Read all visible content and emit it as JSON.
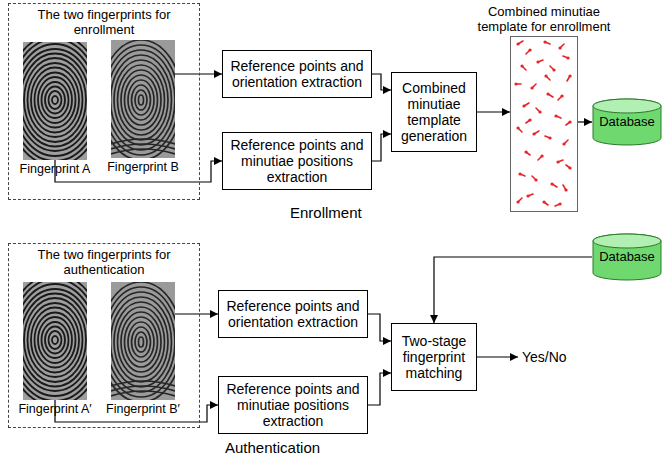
{
  "diagram": {
    "nodes": [
      {
        "text": [
          "The two fingerprints for enrollment"
        ]
      },
      {
        "text": [
          "Fingerprint A"
        ],
        "in": 0
      },
      {
        "text": [
          "Fingerprint B"
        ],
        "in": 0
      },
      {
        "text": [
          "Reference points and orientation extraction"
        ]
      },
      {
        "text": [
          "Reference points and minutiae positions extraction"
        ]
      },
      {
        "text": [
          "Combined minutiae template generation"
        ]
      },
      {
        "text": [
          "Combined minutiae template for enrollment"
        ]
      },
      {
        "text": [
          "Database"
        ]
      },
      {
        "text": [
          "The two fingerprints for authentication"
        ]
      },
      {
        "text": [
          "Fingerprint A′"
        ],
        "in": 8
      },
      {
        "text": [
          "Fingerprint B′"
        ],
        "in": 8
      },
      {
        "text": [
          "Reference points and orientation extraction"
        ]
      },
      {
        "text": [
          "Reference points and minutiae positions extraction"
        ]
      },
      {
        "text": [
          "Database"
        ]
      },
      {
        "text": [
          "Two-stage fingerprint matching"
        ]
      }
    ],
    "edges": [
      {
        "from": 2,
        "to": 3,
        "arrow": "to"
      },
      {
        "from": 1,
        "to": 4,
        "arrow": "to"
      },
      {
        "from": 3,
        "to": 5,
        "arrow": "to"
      },
      {
        "from": 4,
        "to": 5,
        "arrow": "to"
      },
      {
        "from": 5,
        "to": 6,
        "arrow": "to"
      },
      {
        "from": 6,
        "to": 7,
        "arrow": "to"
      },
      {
        "from": 10,
        "to": 11,
        "arrow": "to"
      },
      {
        "from": 9,
        "to": 12,
        "arrow": "to"
      },
      {
        "from": 13,
        "to": 14,
        "arrow": "to"
      },
      {
        "from": 11,
        "to": 14,
        "arrow": "to"
      },
      {
        "from": 12,
        "to": 14,
        "arrow": "to"
      }
    ],
    "labels": [
      "Enrollment",
      "Yes/No",
      "Authentication"
    ]
  }
}
